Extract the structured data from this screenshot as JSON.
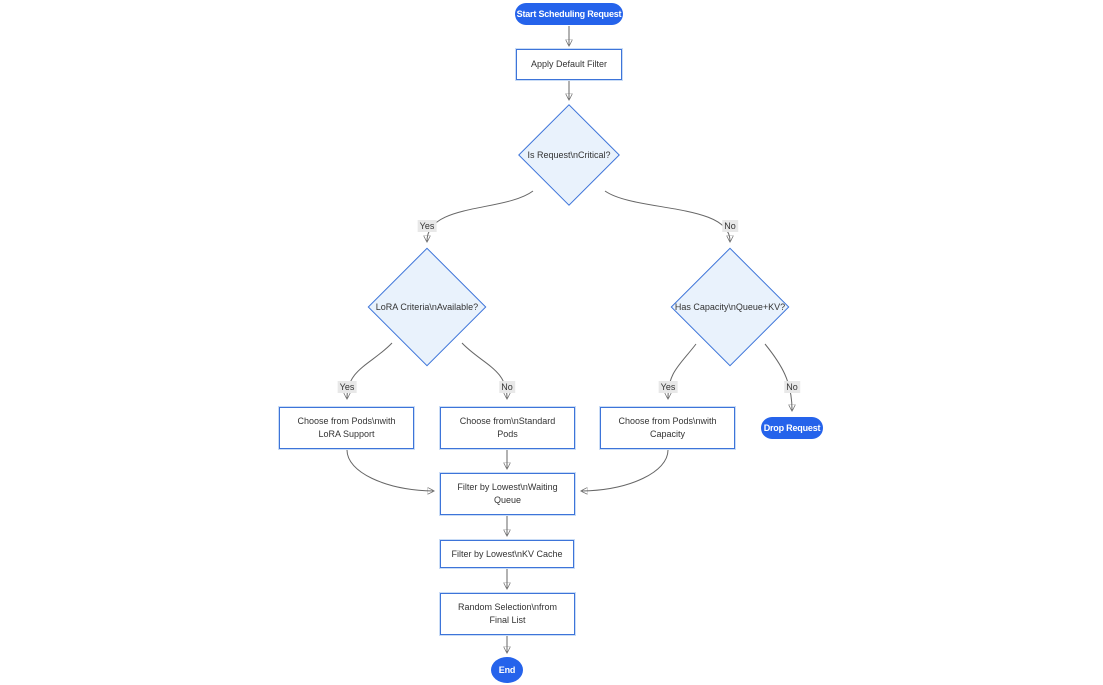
{
  "colors": {
    "accent": "#2563EB",
    "node_fill": "#FFFFFF",
    "decision_fill": "#E9F2FC",
    "border": "#3D74D9",
    "halo": "#C9DCF6",
    "edge": "#666666",
    "arrowhead": "#333333",
    "label_bg": "#E8E8E8",
    "text": "#333333"
  },
  "diagram": {
    "type": "flowchart",
    "direction": "top-down",
    "nodes": {
      "start": {
        "shape": "stadium",
        "label": "Start Scheduling Request"
      },
      "apply_filter": {
        "shape": "rect",
        "label": "Apply Default Filter"
      },
      "is_critical": {
        "shape": "diamond",
        "label": "Is Request\\nCritical?"
      },
      "lora_criteria": {
        "shape": "diamond",
        "label": "LoRA Criteria\\nAvailable?"
      },
      "has_capacity": {
        "shape": "diamond",
        "label": "Has Capacity\\nQueue+KV?"
      },
      "choose_lora_pods": {
        "shape": "rect",
        "label": "Choose from Pods\\nwith LoRA Support",
        "lines": [
          "Choose from Pods\\nwith",
          "LoRA Support"
        ]
      },
      "choose_standard_pods": {
        "shape": "rect",
        "label": "Choose from\\nStandard Pods",
        "lines": [
          "Choose from\\nStandard",
          "Pods"
        ]
      },
      "choose_capacity_pods": {
        "shape": "rect",
        "label": "Choose from Pods\\nwith Capacity",
        "lines": [
          "Choose from Pods\\nwith",
          "Capacity"
        ]
      },
      "drop_request": {
        "shape": "stadium",
        "label": "Drop Request"
      },
      "filter_waiting_queue": {
        "shape": "rect",
        "label": "Filter by Lowest\\nWaiting Queue",
        "lines": [
          "Filter by Lowest\\nWaiting",
          "Queue"
        ]
      },
      "filter_kv_cache": {
        "shape": "rect",
        "label": "Filter by Lowest\\nKV Cache"
      },
      "random_selection": {
        "shape": "rect",
        "label": "Random Selection\\nfrom Final List",
        "lines": [
          "Random Selection\\nfrom",
          "Final List"
        ]
      },
      "end": {
        "shape": "circle",
        "label": "End"
      }
    },
    "edges": [
      {
        "from": "start",
        "to": "apply_filter",
        "label": ""
      },
      {
        "from": "apply_filter",
        "to": "is_critical",
        "label": ""
      },
      {
        "from": "is_critical",
        "to": "lora_criteria",
        "label": "Yes"
      },
      {
        "from": "is_critical",
        "to": "has_capacity",
        "label": "No"
      },
      {
        "from": "lora_criteria",
        "to": "choose_lora_pods",
        "label": "Yes"
      },
      {
        "from": "lora_criteria",
        "to": "choose_standard_pods",
        "label": "No"
      },
      {
        "from": "has_capacity",
        "to": "choose_capacity_pods",
        "label": "Yes"
      },
      {
        "from": "has_capacity",
        "to": "drop_request",
        "label": "No"
      },
      {
        "from": "choose_lora_pods",
        "to": "filter_waiting_queue",
        "label": ""
      },
      {
        "from": "choose_standard_pods",
        "to": "filter_waiting_queue",
        "label": ""
      },
      {
        "from": "choose_capacity_pods",
        "to": "filter_waiting_queue",
        "label": ""
      },
      {
        "from": "filter_waiting_queue",
        "to": "filter_kv_cache",
        "label": ""
      },
      {
        "from": "filter_kv_cache",
        "to": "random_selection",
        "label": ""
      },
      {
        "from": "random_selection",
        "to": "end",
        "label": ""
      }
    ]
  }
}
